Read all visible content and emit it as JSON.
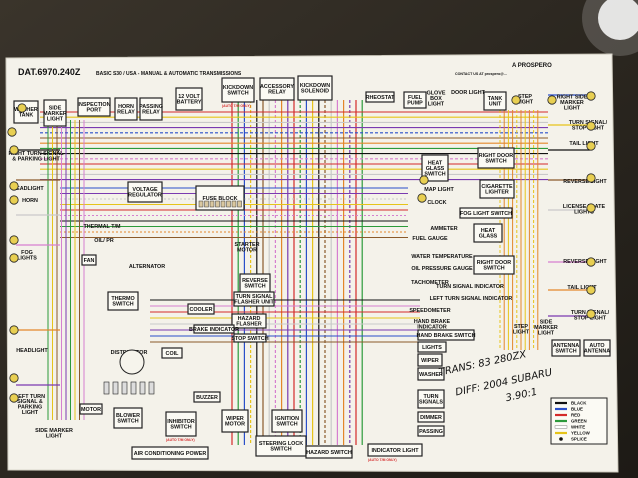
{
  "sheet": {
    "title": "DAT.6970.240Z",
    "subtitle": "BASIC S30 / USA - MANUAL & AUTOMATIC TRANSMISSIONS",
    "brand": "A PROSPERO",
    "contact": "CONTACT US AT prospero@..."
  },
  "components": [
    {
      "id": "washer-tank",
      "text": "WASHER\nTANK"
    },
    {
      "id": "side-marker-light-left",
      "text": "SIDE\nMARKER\nLIGHT"
    },
    {
      "id": "inspection-port",
      "text": "INSPECTION\nPORT"
    },
    {
      "id": "horn-relay",
      "text": "HORN\nRELAY"
    },
    {
      "id": "passing-relay",
      "text": "PASSING\nRELAY"
    },
    {
      "id": "battery",
      "text": "12 VOLT\nBATTERY"
    },
    {
      "id": "kickdown-switch",
      "text": "KICKDOWN\nSWITCH"
    },
    {
      "id": "accessory-relay",
      "text": "ACCESSORY\nRELAY"
    },
    {
      "id": "kickdown-solenoid",
      "text": "KICKDOWN\nSOLENOID"
    },
    {
      "id": "rheostat",
      "text": "RHEOSTAT"
    },
    {
      "id": "fuel-pump",
      "text": "FUEL\nPUMP"
    },
    {
      "id": "glove-box-light",
      "text": "GLOVE\nBOX\nLIGHT"
    },
    {
      "id": "door-light",
      "text": "DOOR LIGHT"
    },
    {
      "id": "tank-unit",
      "text": "TANK\nUNIT"
    },
    {
      "id": "step-light-top",
      "text": "STEP\nLIGHT"
    },
    {
      "id": "right-side-marker",
      "text": "RIGHT SIDE\nMARKER\nLIGHT"
    },
    {
      "id": "turn-signal-stop-top",
      "text": "TURN SIGNAL/\nSTOP LIGHT"
    },
    {
      "id": "right-turn-parking",
      "text": "RIGHT TURN SIGNAL\n& PARKING LIGHT"
    },
    {
      "id": "headlight-top",
      "text": "HEADLIGHT"
    },
    {
      "id": "horn",
      "text": "HORN"
    },
    {
      "id": "voltage-regulator",
      "text": "VOLTAGE\nREGULATOR"
    },
    {
      "id": "thermal-tm",
      "text": "THERMAL T/M"
    },
    {
      "id": "oil-pr",
      "text": "OIL/ PR"
    },
    {
      "id": "alternator",
      "text": "ALTERNATOR"
    },
    {
      "id": "fan",
      "text": "FAN"
    },
    {
      "id": "fog-lights",
      "text": "FOG\nLIGHTS"
    },
    {
      "id": "thermo-switch",
      "text": "THERMO\nSWITCH"
    },
    {
      "id": "headlight-bottom",
      "text": "HEADLIGHT"
    },
    {
      "id": "distributor",
      "text": "DISTRIBUTOR"
    },
    {
      "id": "coil",
      "text": "COIL"
    },
    {
      "id": "left-turn-parking",
      "text": "LEFT TURN\nSIGNAL &\nPARKING\nLIGHT"
    },
    {
      "id": "side-marker-light-bottom",
      "text": "SIDE MARKER\nLIGHT"
    },
    {
      "id": "motor-left",
      "text": "MOTOR"
    },
    {
      "id": "blower-switch",
      "text": "BLOWER\nSWITCH"
    },
    {
      "id": "air-conditioning-power",
      "text": "AIR CONDITIONING POWER"
    },
    {
      "id": "inhibitor-switch",
      "text": "INHIBITOR\nSWITCH"
    },
    {
      "id": "buzzer",
      "text": "BUZZER"
    },
    {
      "id": "wiper-motor",
      "text": "WIPER\nMOTOR"
    },
    {
      "id": "ignition-switch",
      "text": "IGNITION\nSWITCH"
    },
    {
      "id": "steering-lock-switch",
      "text": "STEERING LOCK\nSWITCH"
    },
    {
      "id": "hazard-switch",
      "text": "HAZARD SWITCH"
    },
    {
      "id": "indicator-light",
      "text": "INDICATOR LIGHT"
    },
    {
      "id": "starter-motor",
      "text": "STARTER\nMOTOR"
    },
    {
      "id": "reverse-switch",
      "text": "REVERSE\nSWITCH"
    },
    {
      "id": "cooler",
      "text": "COOLER"
    },
    {
      "id": "turn-signal-flasher",
      "text": "TURN SIGNAL\nFLASHER UNIT"
    },
    {
      "id": "hazard-flasher",
      "text": "HAZARD\nFLASHER"
    },
    {
      "id": "brake-indicator",
      "text": "BRAKE INDICATOR"
    },
    {
      "id": "stop-switch",
      "text": "STOP SWITCH"
    },
    {
      "id": "fuse-block",
      "text": "FUSE BLOCK"
    },
    {
      "id": "heat-glass-switch",
      "text": "HEAT\nGLASS\nSWITCH"
    },
    {
      "id": "map-light",
      "text": "MAP LIGHT"
    },
    {
      "id": "clock",
      "text": "CLOCK"
    },
    {
      "id": "right-door-switch-top",
      "text": "RIGHT DOOR\nSWITCH"
    },
    {
      "id": "cigarette-lighter",
      "text": "CIGARETTE\nLIGHTER"
    },
    {
      "id": "fog-light-switch",
      "text": "FOG LIGHT SWITCH"
    },
    {
      "id": "ammeter",
      "text": "AMMETER"
    },
    {
      "id": "fuel-gauge",
      "text": "FUEL GAUGE"
    },
    {
      "id": "heat-glass",
      "text": "HEAT\nGLASS"
    },
    {
      "id": "water-temperature",
      "text": "WATER TEMPERATURE"
    },
    {
      "id": "oil-pressure-gauge",
      "text": "OIL PRESSURE GAUGE"
    },
    {
      "id": "right-door-switch-mid",
      "text": "RIGHT DOOR\nSWITCH"
    },
    {
      "id": "tachometer",
      "text": "TACHOMETER"
    },
    {
      "id": "turn-signal-indicator",
      "text": "TURN SIGNAL INDICATOR"
    },
    {
      "id": "left-turn-signal-indicator",
      "text": "LEFT TURN SIGNAL INDICATOR"
    },
    {
      "id": "speedometer",
      "text": "SPEEDOMETER"
    },
    {
      "id": "hand-brake-indicator",
      "text": "HAND BRAKE\nINDICATOR"
    },
    {
      "id": "hand-brake-switch",
      "text": "HAND BRAKE SWITCH"
    },
    {
      "id": "lights",
      "text": "LIGHTS"
    },
    {
      "id": "wiper",
      "text": "WIPER"
    },
    {
      "id": "washer",
      "text": "WASHER"
    },
    {
      "id": "turn-signals",
      "text": "TURN\nSIGNALS"
    },
    {
      "id": "dimmer",
      "text": "DIMMER"
    },
    {
      "id": "passing",
      "text": "PASSING"
    },
    {
      "id": "tail-light-top",
      "text": "TAIL LIGHT"
    },
    {
      "id": "reverse-light-top",
      "text": "REVERSE LIGHT"
    },
    {
      "id": "license-plate-lights",
      "text": "LICENSE PLATE\nLIGHTS"
    },
    {
      "id": "reverse-light-bottom",
      "text": "REVERSE LIGHT"
    },
    {
      "id": "tail-light-bottom",
      "text": "TAIL LIGHT"
    },
    {
      "id": "turn-signal-stop-bottom",
      "text": "TURN SIGNAL/\nSTOP LIGHT"
    },
    {
      "id": "step-light-bottom",
      "text": "STEP\nLIGHT"
    },
    {
      "id": "side-marker-bottom-right",
      "text": "SIDE\nMARKER\nLIGHT"
    },
    {
      "id": "antenna-switch",
      "text": "ANTENNA\nSWITCH"
    },
    {
      "id": "auto-antenna",
      "text": "AUTO\nANTENNA"
    }
  ],
  "tags": {
    "auto_tm_only": "(AUTO T/M ONLY)"
  },
  "legend": {
    "entries": [
      {
        "label": "BLACK",
        "color": "#111111"
      },
      {
        "label": "BLUE",
        "color": "#2a4fc9"
      },
      {
        "label": "RED",
        "color": "#d42a2a"
      },
      {
        "label": "GREEN",
        "color": "#2c9a3a"
      },
      {
        "label": "WHITE",
        "color": "#ffffff"
      },
      {
        "label": "YELLOW",
        "color": "#e6c41a"
      },
      {
        "label": "SPLICE",
        "color": "#111111"
      }
    ]
  },
  "handwriting": {
    "line1": "TRANS: 83 280ZX",
    "line2": "DIFF: 2004 SUBARU",
    "line3": "3.90:1"
  },
  "wire_colors": [
    "#d42a2a",
    "#2c9a3a",
    "#2a4fc9",
    "#e6c41a",
    "#111111",
    "#8a5a2b",
    "#c9c9c9",
    "#d67fd0",
    "#e3872a",
    "#7a3ab0"
  ]
}
